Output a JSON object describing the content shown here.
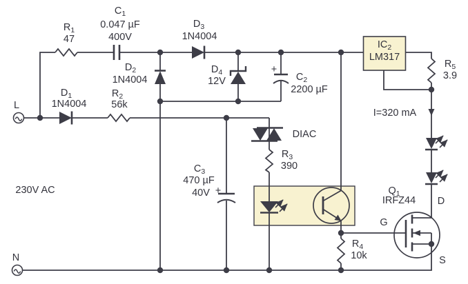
{
  "figure": {
    "type": "circuit-schematic",
    "description": "Offline 230V AC LED driver schematic with LM317 current regulator, optocoupler and IRFZ44 MOSFET"
  },
  "colors": {
    "wire": "#3d3d47",
    "text": "#33333c",
    "highlight_box_fill": "#f8f2d0",
    "background": "#ffffff"
  },
  "power": {
    "live_label": "L",
    "neutral_label": "N",
    "mains_label": "230V AC"
  },
  "labels": {
    "r1": {
      "ref": "R",
      "sub": "1",
      "value": "47"
    },
    "c1": {
      "ref": "C",
      "sub": "1",
      "value": "0.047 µF",
      "voltage": "400V"
    },
    "d1": {
      "ref": "D",
      "sub": "1",
      "value": "1N4004"
    },
    "d2": {
      "ref": "D",
      "sub": "2",
      "value": "1N4004"
    },
    "d3": {
      "ref": "D",
      "sub": "3",
      "value": "1N4004"
    },
    "d4": {
      "ref": "D",
      "sub": "4",
      "value": "12V"
    },
    "r2": {
      "ref": "R",
      "sub": "2",
      "value": "56k"
    },
    "r3": {
      "ref": "R",
      "sub": "3",
      "value": "390"
    },
    "r4": {
      "ref": "R",
      "sub": "4",
      "value": "10k"
    },
    "r5": {
      "ref": "R",
      "sub": "5",
      "value": "3.9"
    },
    "c2": {
      "ref": "C",
      "sub": "2",
      "value": "2200 µF",
      "polarity": "+"
    },
    "c3": {
      "ref": "C",
      "sub": "3",
      "value": "470 µF",
      "voltage": "40V",
      "polarity": "+"
    },
    "ic2": {
      "ref": "IC",
      "sub": "2",
      "value": "LM317"
    },
    "q1": {
      "ref": "Q",
      "sub": "1",
      "value": "IRFZ44"
    },
    "diac": "DIAC",
    "current_note": "I=320 mA",
    "pins": {
      "drain": "D",
      "gate": "G",
      "source": "S"
    }
  }
}
